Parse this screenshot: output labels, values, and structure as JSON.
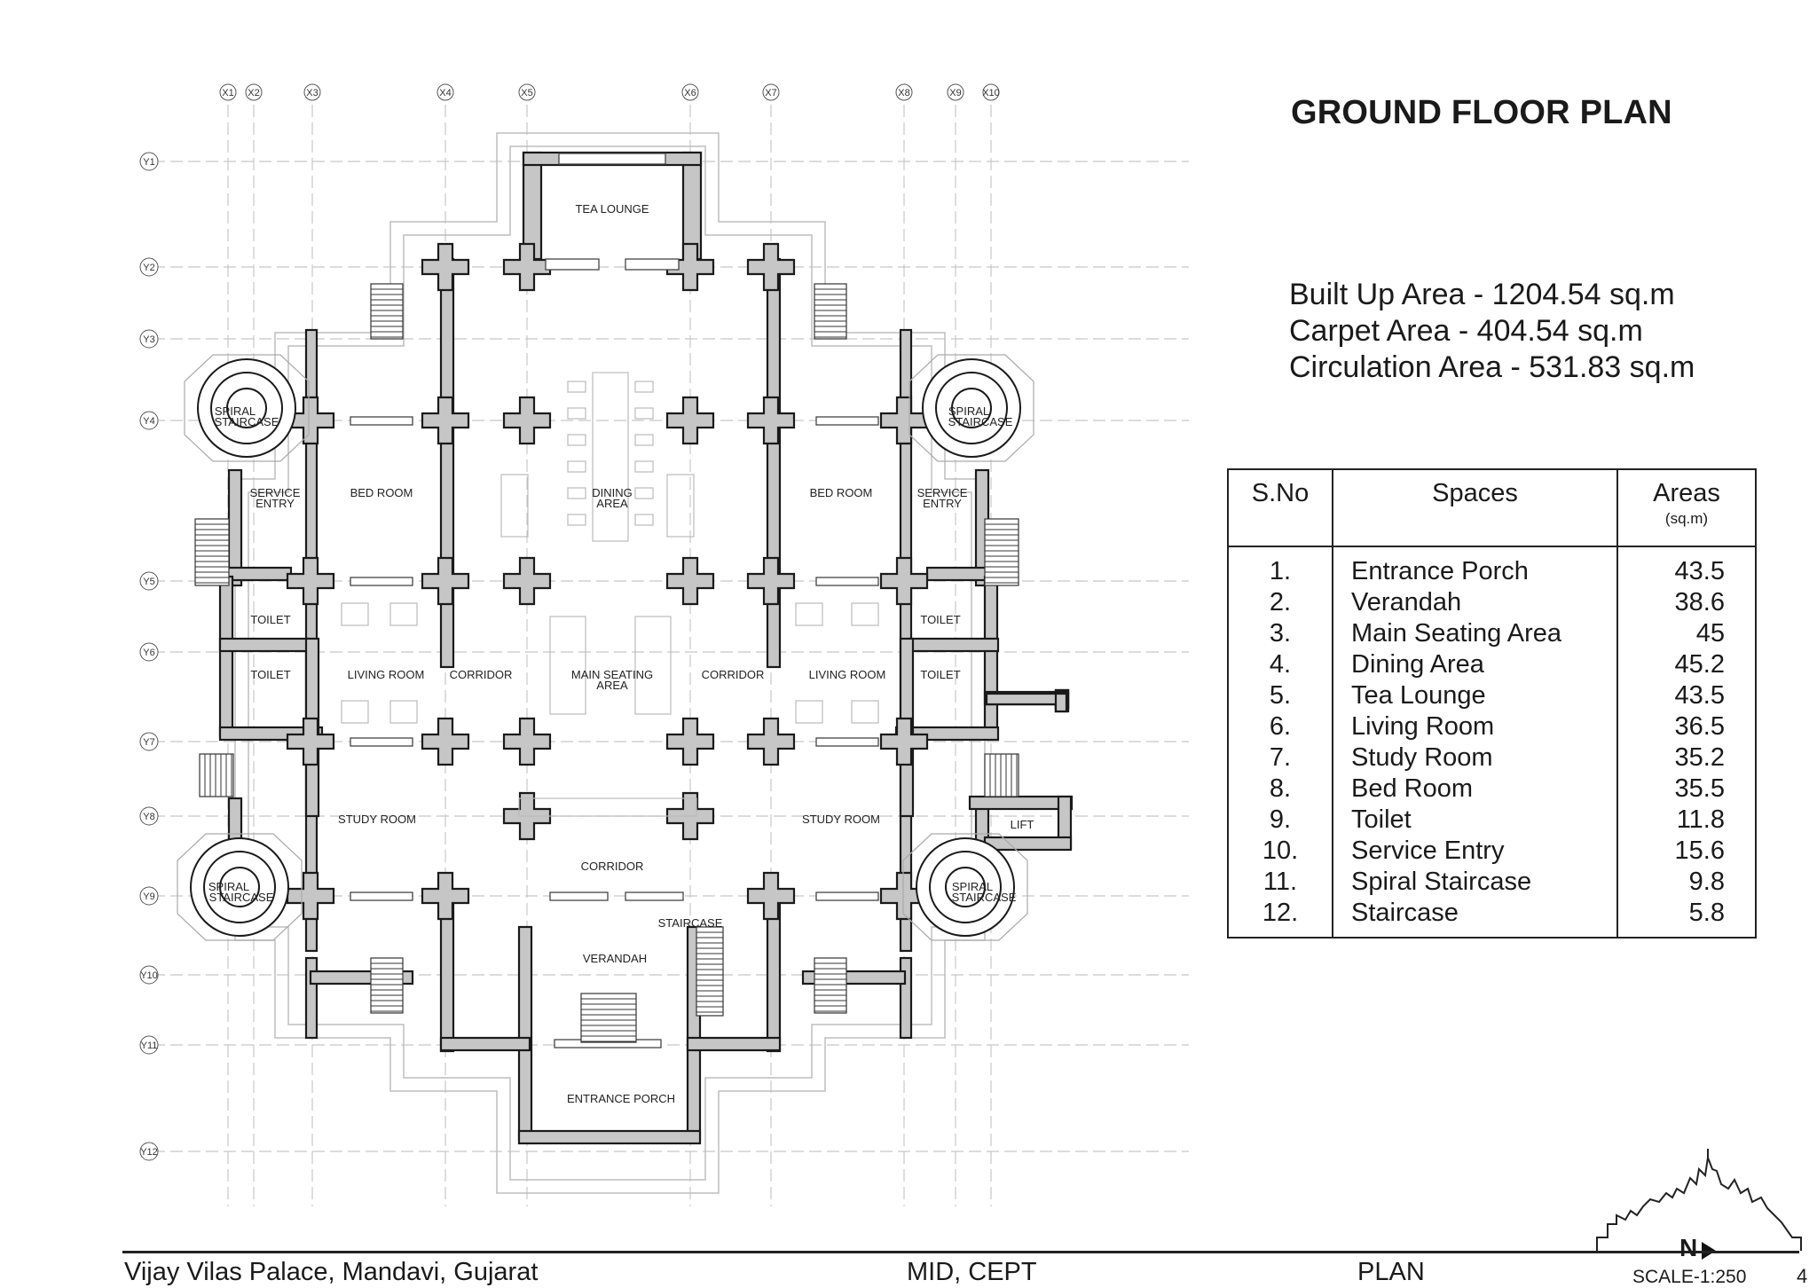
{
  "title": "GROUND FLOOR PLAN",
  "summary": {
    "built_up": "Built Up Area - 1204.54 sq.m",
    "carpet": "Carpet Area - 404.54 sq.m",
    "circulation": "Circulation Area - 531.83 sq.m"
  },
  "schedule": {
    "headers": {
      "sno": "S.No",
      "spaces": "Spaces",
      "areas": "Areas",
      "unit": "(sq.m)"
    },
    "rows": [
      {
        "sno": "1.",
        "space": "Entrance Porch",
        "area": "43.5"
      },
      {
        "sno": "2.",
        "space": "Verandah",
        "area": "38.6"
      },
      {
        "sno": "3.",
        "space": "Main Seating Area",
        "area": "45"
      },
      {
        "sno": "4.",
        "space": "Dining Area",
        "area": "45.2"
      },
      {
        "sno": "5.",
        "space": "Tea Lounge",
        "area": "43.5"
      },
      {
        "sno": "6.",
        "space": "Living Room",
        "area": "36.5"
      },
      {
        "sno": "7.",
        "space": "Study Room",
        "area": "35.2"
      },
      {
        "sno": "8.",
        "space": "Bed Room",
        "area": "35.5"
      },
      {
        "sno": "9.",
        "space": "Toilet",
        "area": "11.8"
      },
      {
        "sno": "10.",
        "space": "Service Entry",
        "area": "15.6"
      },
      {
        "sno": "11.",
        "space": "Spiral Staircase",
        "area": "9.8"
      },
      {
        "sno": "12.",
        "space": "Staircase",
        "area": "5.8"
      }
    ]
  },
  "grid_labels": {
    "x": [
      "X1",
      "X2",
      "X3",
      "X4",
      "X5",
      "X6",
      "X7",
      "X8",
      "X9",
      "X10"
    ],
    "y": [
      "Y1",
      "Y2",
      "Y3",
      "Y4",
      "Y5",
      "Y6",
      "Y7",
      "Y8",
      "Y9",
      "Y10",
      "Y11",
      "Y12"
    ]
  },
  "rooms": {
    "tea_lounge": "TEA LOUNGE",
    "dining": [
      "DINING",
      "AREA"
    ],
    "bed_left": "BED ROOM",
    "bed_right": "BED ROOM",
    "service_left": [
      "SERVICE",
      "ENTRY"
    ],
    "service_right": [
      "SERVICE",
      "ENTRY"
    ],
    "spiral": [
      "SPIRAL",
      "STAIRCASE"
    ],
    "toilet": "TOILET",
    "living_left": "LIVING ROOM",
    "living_right": "LIVING ROOM",
    "corridor_side": "CORRIDOR",
    "main_seating": [
      "MAIN SEATING",
      "AREA"
    ],
    "study_left": "STUDY ROOM",
    "study_right": "STUDY ROOM",
    "corridor_main": "CORRIDOR",
    "lift": "LIFT",
    "staircase": "STAIRCASE",
    "verandah": "VERANDAH",
    "entrance_porch": "ENTRANCE PORCH"
  },
  "north": "N",
  "footer": {
    "project": "Vijay Vilas Palace, Mandavi, Gujarat",
    "institute": "MID, CEPT",
    "type": "PLAN",
    "scale": "SCALE-1:250",
    "page": "4"
  }
}
